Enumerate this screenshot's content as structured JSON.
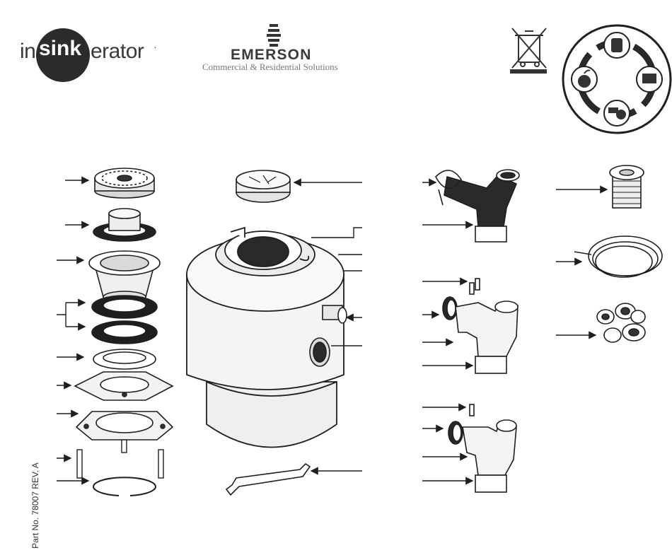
{
  "header": {
    "brand_prefix": "in",
    "brand_highlight": "sink",
    "brand_suffix": "erator",
    "brand_mark": "·",
    "emerson_name": "EMERSON",
    "emerson_tm": ".",
    "emerson_tagline": "Commercial & Residential Solutions"
  },
  "footer": {
    "part_number": "Part No. 78007 REV. A"
  },
  "icons": {
    "weee": "crossed-out-wheelie-bin-icon",
    "recycle": "food-waste-recycling-cycle-icon"
  },
  "colors": {
    "ink": "#1f1f1f",
    "body_fill": "#f2f2f2",
    "dark_part": "#2a2a2a"
  }
}
